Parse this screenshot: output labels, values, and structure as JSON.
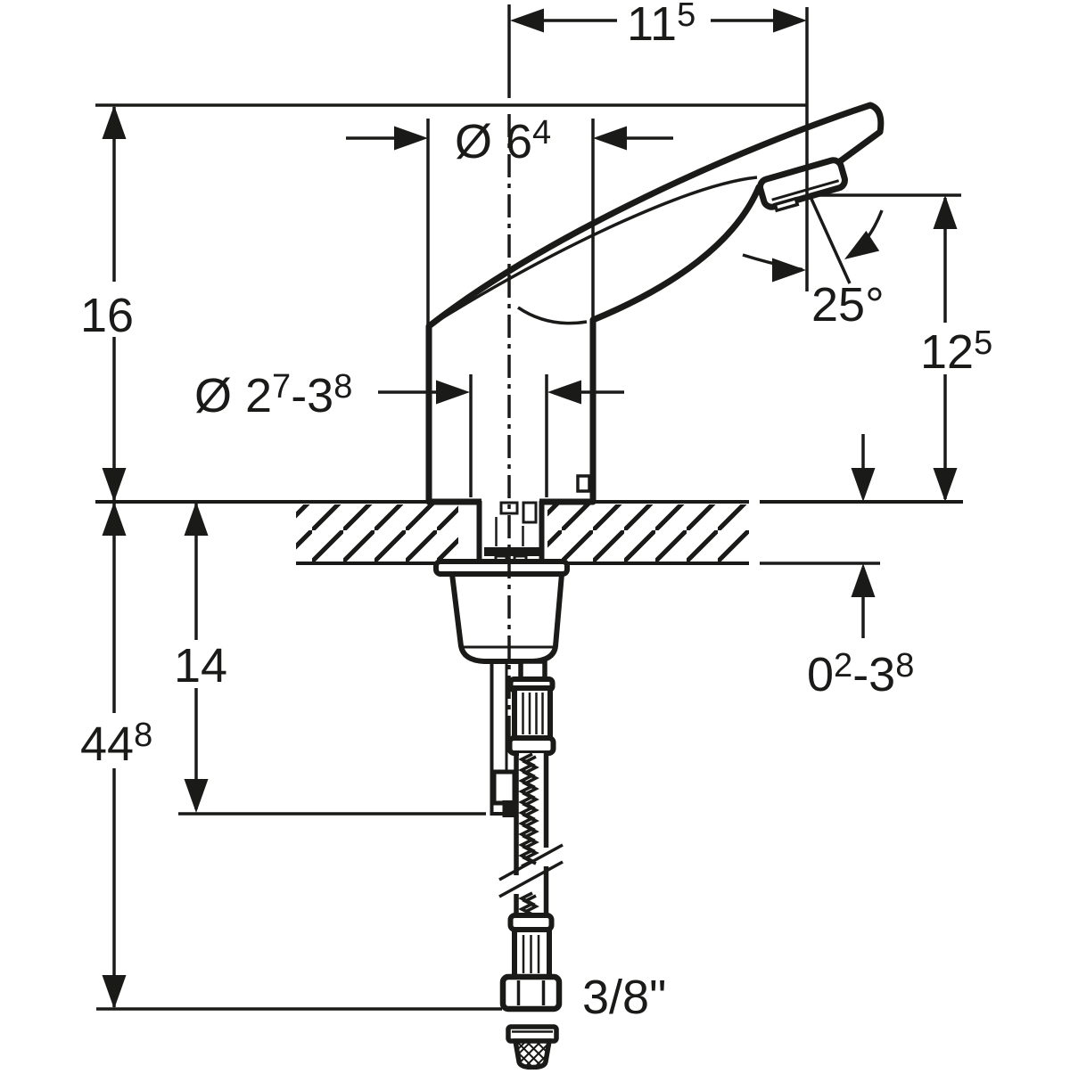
{
  "diagram": {
    "type": "technical-dimension-drawing",
    "subject": "deck-mounted sensor washbasin tap, side elevation with mounting dimensions",
    "units": "cm with superscript decimals; thread size in inches",
    "ink_color": "#1a1a18",
    "background": "#ffffff"
  },
  "dimensions": {
    "spout_reach": {
      "main": "11",
      "sup": "5"
    },
    "body_diameter": {
      "main": "Ø 6",
      "sup": "4"
    },
    "body_height": {
      "main": "16"
    },
    "hole_diameter": {
      "main": "Ø 2",
      "sup": "7",
      "main2": "-3",
      "sup2": "8"
    },
    "spout_angle": {
      "main": "25°"
    },
    "outlet_height": {
      "main": "12",
      "sup": "5"
    },
    "deck_thickness": {
      "main": "0",
      "sup": "2",
      "main2": "-3",
      "sup2": "8"
    },
    "connector_depth": {
      "main": "14"
    },
    "total_depth": {
      "main": "44",
      "sup": "8"
    },
    "thread_size": {
      "main": "3/8\""
    }
  }
}
